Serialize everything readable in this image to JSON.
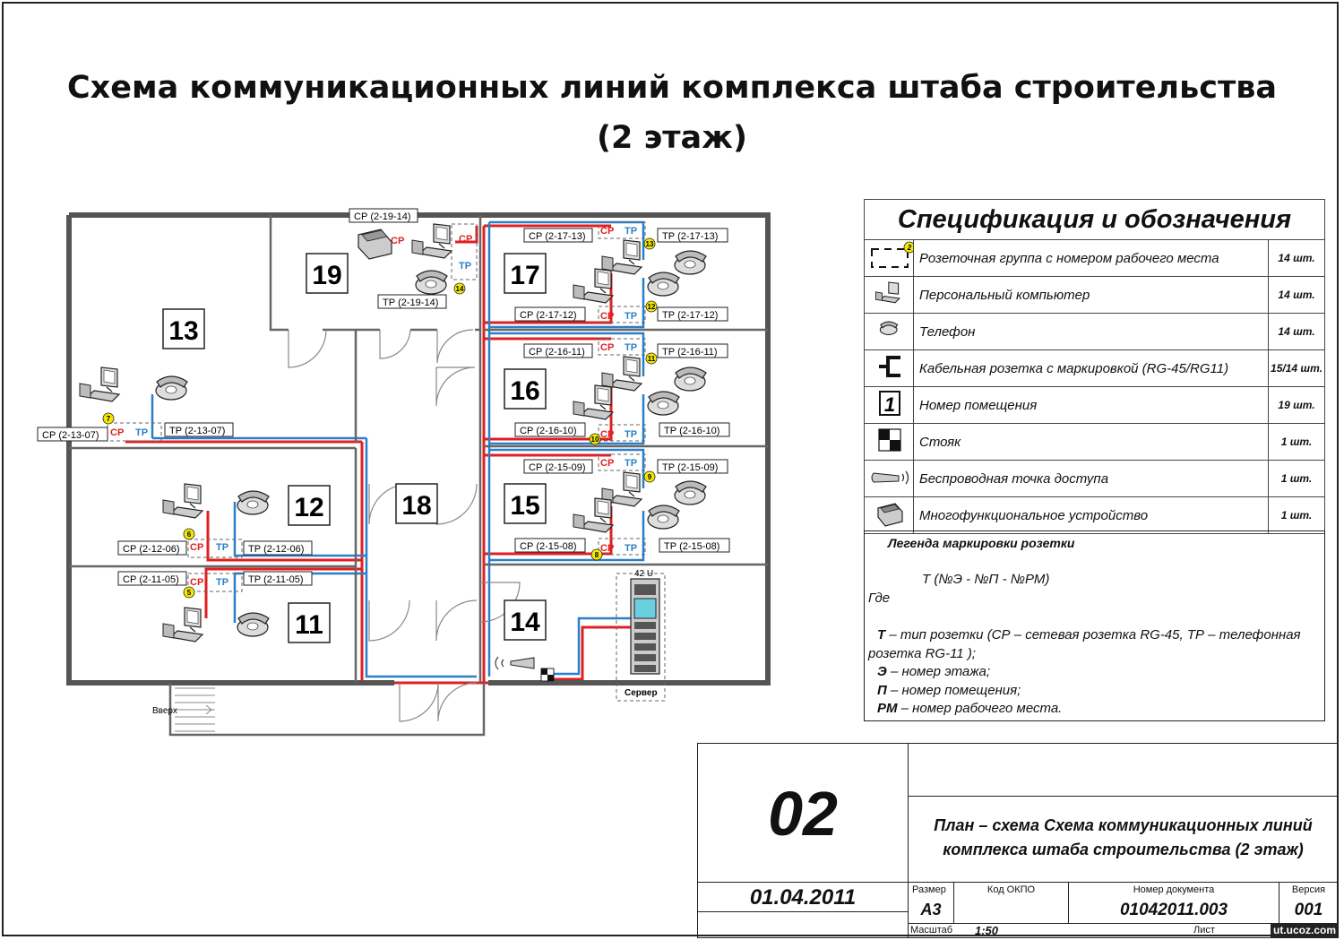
{
  "title": {
    "line1": "Схема коммуникационных линий комплекса штаба строительства",
    "line2": "(2 этаж)"
  },
  "spec": {
    "header": "Спецификация и обозначения",
    "rows": [
      {
        "icon": "outlet-group-icon",
        "label": "Розеточная группа с номером рабочего места",
        "count": "14 шт.",
        "badge": "2"
      },
      {
        "icon": "pc-icon",
        "label": "Персональный компьютер",
        "count": "14 шт."
      },
      {
        "icon": "phone-icon",
        "label": "Телефон",
        "count": "14 шт."
      },
      {
        "icon": "cable-outlet-icon",
        "label": "Кабельная розетка с маркировкой  (RG-45/RG11)",
        "count": "15/14 шт."
      },
      {
        "icon": "room-number-icon",
        "label": "Номер помещения",
        "count": "19 шт.",
        "badge": "1"
      },
      {
        "icon": "riser-icon",
        "label": "Стояк",
        "count": "1 шт."
      },
      {
        "icon": "wireless-ap-icon",
        "label": "Беспроводная точка доступа",
        "count": "1 шт."
      },
      {
        "icon": "mfp-icon",
        "label": "Многофункциональное устройство",
        "count": "1 шт."
      }
    ]
  },
  "legend": {
    "title": "Легенда маркировки розетки",
    "formula": "Т (№Э - №П - №РМ)",
    "where": "Где",
    "t_key": "Т",
    "t_text": " – тип розетки (СР – сетевая розетка RG-45,    ТР – телефонная",
    "t_text2": "розетка RG-11 );",
    "e_key": "Э",
    "e_text": " – номер этажа;",
    "p_key": "П",
    "p_text": " – номер помещения;",
    "rm_key": "РМ",
    "rm_text": " – номер рабочего места."
  },
  "titleblock": {
    "sheet": "02",
    "date": "01.04.2011",
    "plan_line1": "План – схема Схема коммуникационных линий",
    "plan_line2": "комплекса штаба строительства (2 этаж)",
    "size_label": "Размер",
    "size": "А3",
    "okpo_label": "Код ОКПО",
    "doc_label": "Номер документа",
    "doc": "01042011.003",
    "ver_label": "Версия",
    "ver": "001",
    "scale_label": "Масштаб",
    "scale": "1:50",
    "sheet_label": "Лист"
  },
  "watermark": "ut.ucoz.com",
  "rooms": [
    "13",
    "19",
    "17",
    "16",
    "15",
    "12",
    "18",
    "11",
    "14"
  ],
  "outlets": {
    "r13": {
      "cp": "СР (2-13-07)",
      "tp": "ТР (2-13-07)",
      "n": "7"
    },
    "r19": {
      "cp": "СР (2-19-14)",
      "tp": "ТР (2-19-14)",
      "n": "14"
    },
    "r17a": {
      "cp": "СР (2-17-13)",
      "tp": "ТР (2-17-13)",
      "n": "13"
    },
    "r17b": {
      "cp": "СР (2-17-12)",
      "tp": "ТР (2-17-12)",
      "n": "12"
    },
    "r16a": {
      "cp": "СР (2-16-11)",
      "tp": "ТР (2-16-11)",
      "n": "11"
    },
    "r16b": {
      "cp": "СР (2-16-10)",
      "tp": "ТР (2-16-10)",
      "n": "10"
    },
    "r15a": {
      "cp": "СР (2-15-09)",
      "tp": "ТР (2-15-09)",
      "n": "9"
    },
    "r15b": {
      "cp": "СР (2-15-08)",
      "tp": "ТР (2-15-08)",
      "n": "8"
    },
    "r12": {
      "cp": "СР (2-12-06)",
      "tp": "ТР (2-12-06)",
      "n": "6"
    },
    "r11": {
      "cp": "СР (2-11-05)",
      "tp": "ТР (2-11-05)",
      "n": "5"
    }
  },
  "marks": {
    "cp": "СР",
    "tp": "ТР",
    "rack": "42 U",
    "server": "Сервер",
    "stairs": "Вверх"
  },
  "colors": {
    "network": "#e02020",
    "phone": "#2a7fc9",
    "badge": "#f5e800",
    "wall": "#555555"
  }
}
